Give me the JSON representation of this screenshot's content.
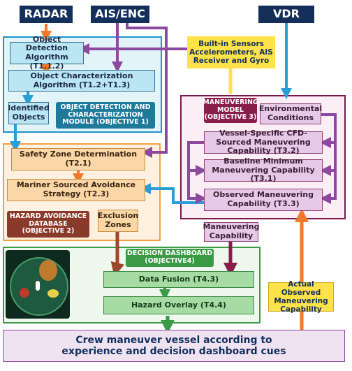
{
  "sources": {
    "radar": "RADAR",
    "ais_enc": "AIS/ENC",
    "vdr": "VDR",
    "sensors": "Built-in Sensors Accelerometers, AIS Receiver and Gyro"
  },
  "objective1": {
    "object_detection": "Object Detection Algorithm (T1.1.2)",
    "object_characterization": "Object Characterization Algorithm (T1.2+T1.3)",
    "identified_objects": "Identified Objects",
    "module_title": "OBJECT DETECTION AND CHARACTERIZATION MODULE (OBJECTIVE 1)"
  },
  "objective2": {
    "safety_zone": "Safety Zone Determination (T2.1)",
    "mariner_strategy": "Mariner Sourced Avoidance Strategy (T2.3)",
    "database_title": "HAZARD AVOIDANCE DATABASE (OBJECTIVE 2)",
    "exclusion_zones": "Exclusion Zones"
  },
  "objective3": {
    "model_title": "MANEUVERING MODEL (OBJECTIVE 3)",
    "environmental_conditions": "Environmental Conditions",
    "cfd_capability": "Vessel-Specific CFD-Sourced Maneuvering Capability (T3.2)",
    "baseline_capability": "Baseline Minimum Maneuvering Capability (T3.1)",
    "observed_capability": "Observed Maneuvering Capability (T3.3)",
    "maneuvering_capability": "Maneuvering Capability"
  },
  "objective4": {
    "dashboard_title": "DECISION DASHBOARD (OBJECTIVE4)",
    "data_fusion": "Data Fusion (T4.3)",
    "hazard_overlay": "Hazard Overlay (T4.4)"
  },
  "actual_observed": "Actual Observed Maneuvering Capability",
  "crew_action": "Crew maneuver vessel according to experience and decision dashboard cues",
  "colors": {
    "navy": "#14305a",
    "orange_arrow": "#f07a2a",
    "purple_arrow": "#8c4a9e",
    "blue_arrow": "#2a9fd6",
    "maroon_arrow": "#8a1e4a",
    "green_arrow": "#3a9a46",
    "yellow": "#fde24a"
  }
}
